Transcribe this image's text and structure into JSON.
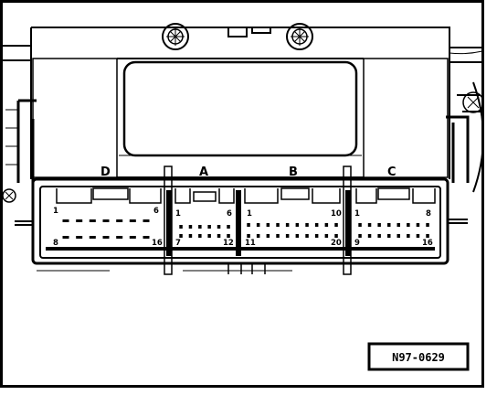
{
  "connectors": [
    {
      "id": "D",
      "label": "D",
      "pin_top_left": "1",
      "pin_top_right": "6",
      "pin_bottom_left": "8",
      "pin_bottom_right": "16"
    },
    {
      "id": "A",
      "label": "A",
      "pin_top_left": "1",
      "pin_top_right": "6",
      "pin_bottom_left": "7",
      "pin_bottom_right": "12"
    },
    {
      "id": "B",
      "label": "B",
      "pin_top_left": "1",
      "pin_top_right": "10",
      "pin_bottom_left": "11",
      "pin_bottom_right": "20"
    },
    {
      "id": "C",
      "label": "C",
      "pin_top_left": "1",
      "pin_top_right": "8",
      "pin_bottom_left": "9",
      "pin_bottom_right": "16"
    }
  ],
  "reference_code": "N97-0629",
  "colors": {
    "ink": "#000000",
    "paper": "#ffffff"
  }
}
